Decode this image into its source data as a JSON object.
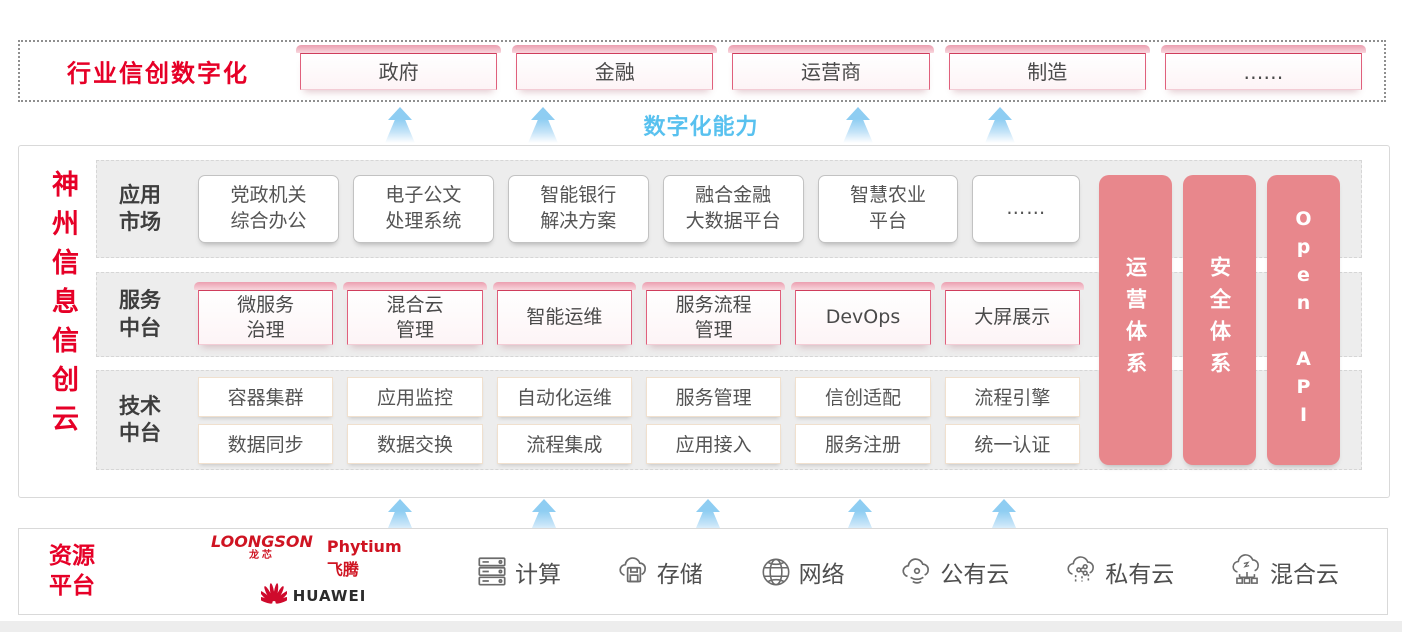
{
  "colors": {
    "accent_red": "#e60027",
    "box_border_pink": "#e0607c",
    "side_bar_pink": "#e8878c",
    "capability_blue": "#58c1ef",
    "arrow_blue": "#8ecdf2",
    "panel_gray": "#ededed"
  },
  "top_banner": {
    "label": "行业信创数字化",
    "sectors": [
      "政府",
      "金融",
      "运营商",
      "制造",
      "……"
    ]
  },
  "capability_label": "数字化能力",
  "platform": {
    "vertical_title": "神州信息信创云",
    "app_market": {
      "label": "应用市场",
      "items": [
        "党政机关\n综合办公",
        "电子公文\n处理系统",
        "智能银行\n解决方案",
        "融合金融\n大数据平台",
        "智慧农业\n平台",
        "……"
      ]
    },
    "service": {
      "label": "服务中台",
      "items": [
        "微服务\n治理",
        "混合云\n管理",
        "智能运维",
        "服务流程\n管理",
        "DevOps",
        "大屏展示"
      ]
    },
    "tech": {
      "label": "技术中台",
      "row1": [
        "容器集群",
        "应用监控",
        "自动化运维",
        "服务管理",
        "信创适配",
        "流程引擎"
      ],
      "row2": [
        "数据同步",
        "数据交换",
        "流程集成",
        "应用接入",
        "服务注册",
        "统一认证"
      ]
    },
    "side_bars": [
      "运营体系",
      "安全体系",
      "Open API"
    ]
  },
  "resources": {
    "label": "资源平台",
    "vendors": {
      "loongson": "LOONGSON",
      "loongson_sub": "龙芯",
      "phytium": "Phytium",
      "phytium_sub": "飞腾",
      "huawei": "HUAWEI"
    },
    "items": [
      {
        "icon": "server-icon",
        "label": "计算"
      },
      {
        "icon": "storage-cloud-icon",
        "label": "存储"
      },
      {
        "icon": "network-globe-icon",
        "label": "网络"
      },
      {
        "icon": "public-cloud-icon",
        "label": "公有云"
      },
      {
        "icon": "private-cloud-icon",
        "label": "私有云"
      },
      {
        "icon": "hybrid-cloud-icon",
        "label": "混合云"
      }
    ]
  }
}
